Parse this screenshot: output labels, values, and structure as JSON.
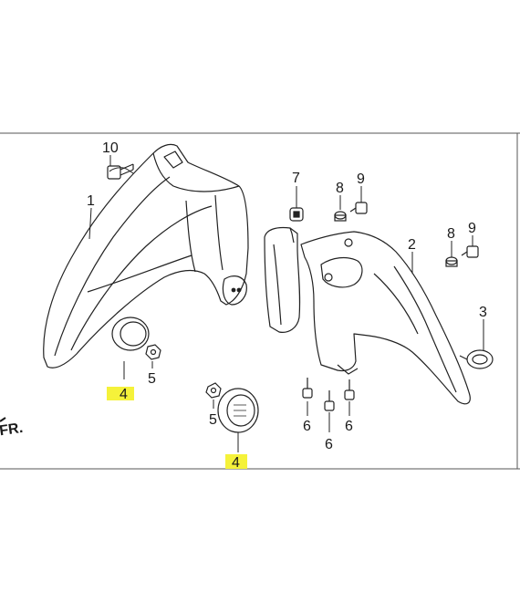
{
  "diagram": {
    "direction_label": "FR.",
    "highlight_color": "#f5f23a",
    "callouts": [
      {
        "id": "c10",
        "label": "10"
      },
      {
        "id": "c1",
        "label": "1"
      },
      {
        "id": "c7",
        "label": "7"
      },
      {
        "id": "c8a",
        "label": "8"
      },
      {
        "id": "c9a",
        "label": "9"
      },
      {
        "id": "c8b",
        "label": "8"
      },
      {
        "id": "c9b",
        "label": "9"
      },
      {
        "id": "c2",
        "label": "2"
      },
      {
        "id": "c3",
        "label": "3"
      },
      {
        "id": "c4a",
        "label": "4"
      },
      {
        "id": "c5a",
        "label": "5"
      },
      {
        "id": "c5b",
        "label": "5"
      },
      {
        "id": "c4b",
        "label": "4"
      },
      {
        "id": "c6a",
        "label": "6"
      },
      {
        "id": "c6b",
        "label": "6"
      },
      {
        "id": "c6c",
        "label": "6"
      }
    ]
  }
}
